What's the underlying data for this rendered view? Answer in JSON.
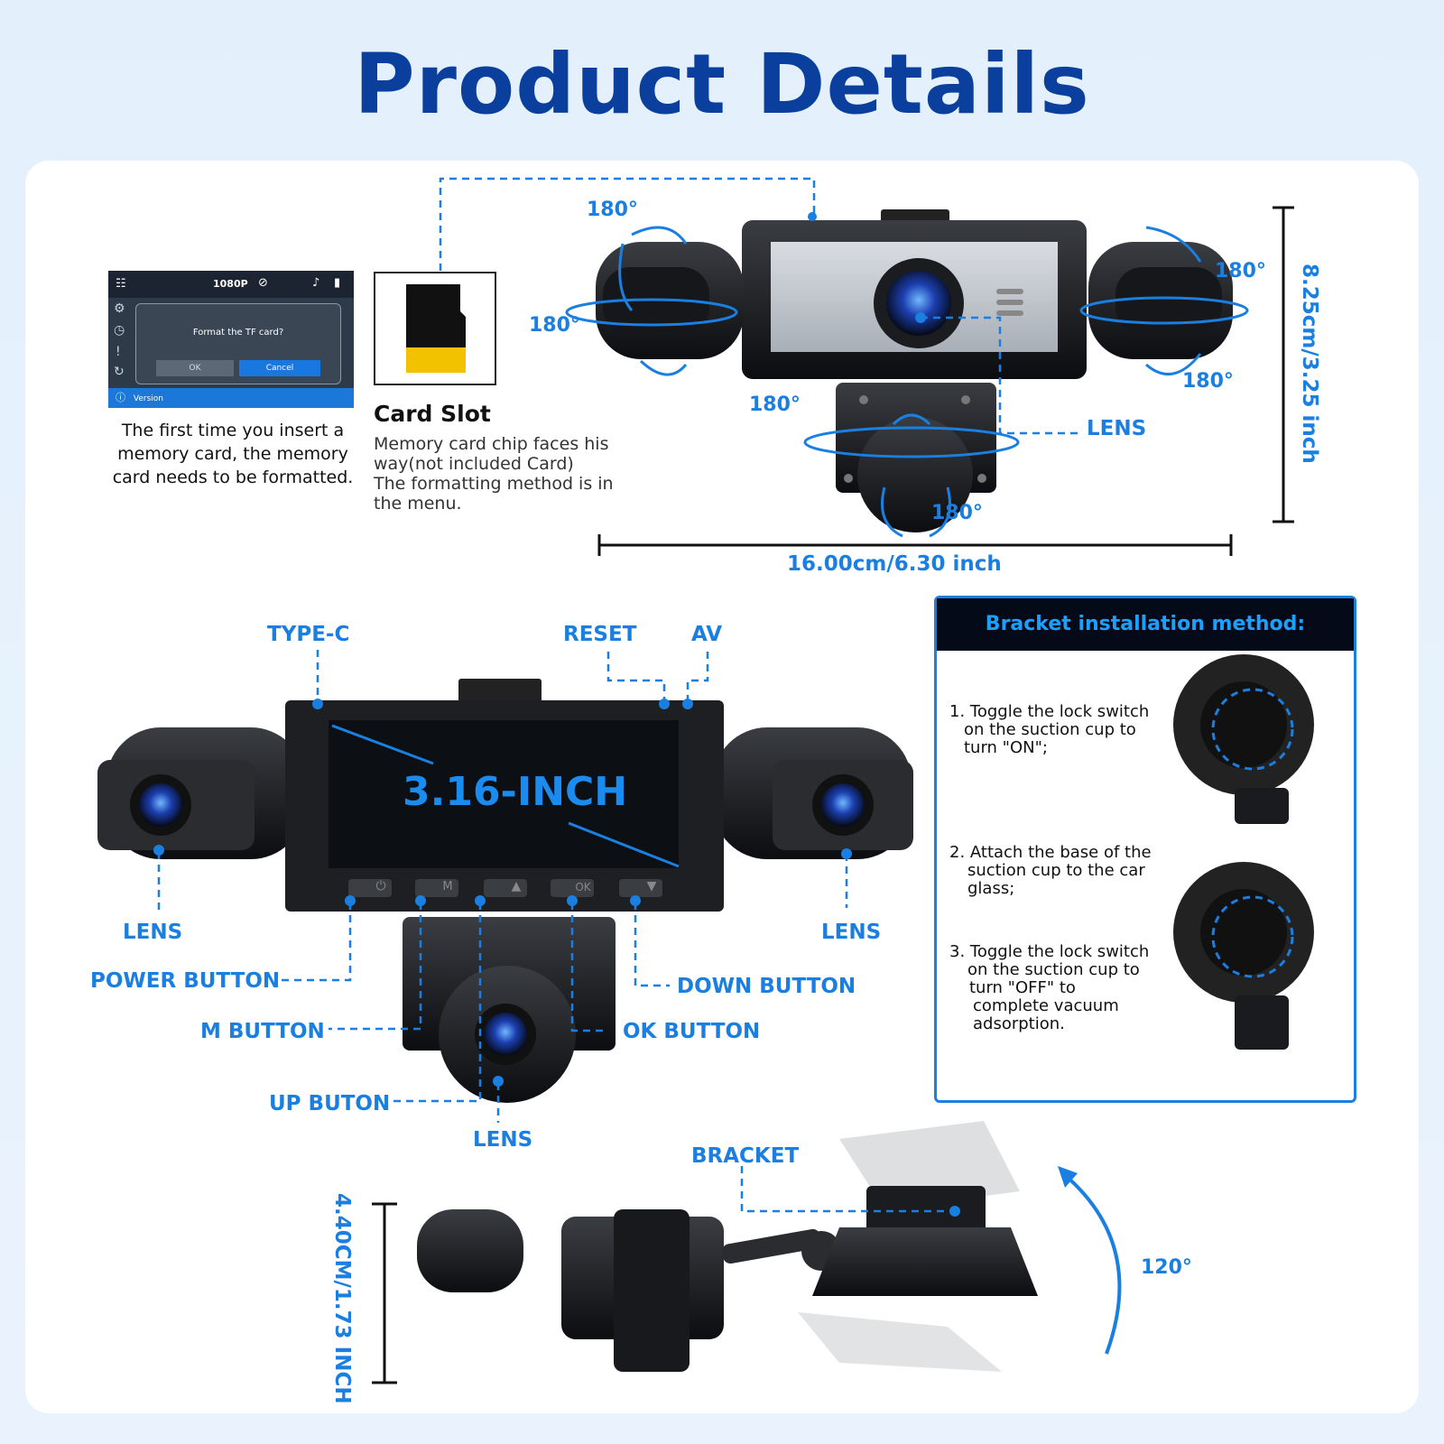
{
  "title": "Product Details",
  "top_left": {
    "screen": {
      "resolution": "1080P",
      "dialog_text": "Format the TF card?",
      "ok_label": "OK",
      "cancel_label": "Cancel",
      "version_label": "Version"
    },
    "format_note": [
      "The first time you insert a",
      "memory card, the memory",
      "card needs to be formatted."
    ]
  },
  "card_slot": {
    "title": "Card Slot",
    "lines": [
      "Memory card chip faces his",
      "way(not included Card)",
      "The formatting method is in",
      "the menu."
    ]
  },
  "rotation_labels": [
    "180°",
    "180°",
    "180°",
    "180°",
    "180°",
    "180°"
  ],
  "top_lens_label": "LENS",
  "dimensions": {
    "width": "16.00cm/6.30 inch",
    "height": "8.25cm/3.25 inch",
    "depth": "4.40CM/1.73 INCH"
  },
  "front": {
    "screen_size": "3.16-INCH",
    "labels": {
      "type_c": "TYPE-C",
      "reset": "RESET",
      "av": "AV",
      "lens_left": "LENS",
      "lens_right": "LENS",
      "lens_bottom": "LENS",
      "power": "POWER BUTTON",
      "m_button": "M BUTTON",
      "up_button": "UP BUTON",
      "ok_button": "OK BUTTON",
      "down_button": "DOWN BUTTON"
    },
    "button_marks": [
      "M",
      "OK"
    ]
  },
  "bracket_method": {
    "heading": "Bracket installation method:",
    "steps": [
      [
        "1. Toggle the lock switch",
        "on the suction cup to",
        "turn \"ON\";"
      ],
      [
        "2. Attach the base of the",
        "suction cup to the car",
        "glass;"
      ],
      [
        "3. Toggle the lock switch",
        "on the suction cup to",
        "turn \"OFF\" to",
        "complete vacuum",
        "adsorption."
      ]
    ]
  },
  "side_view": {
    "bracket_label": "BRACKET",
    "angle": "120°"
  }
}
